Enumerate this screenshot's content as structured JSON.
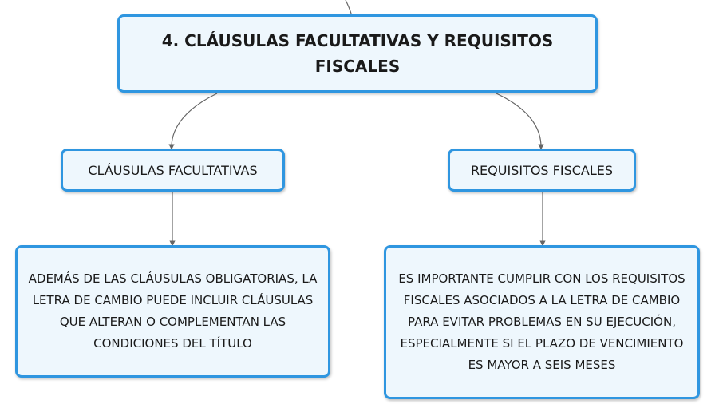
{
  "diagram": {
    "main_title": "4. CLÁUSULAS FACULTATIVAS Y REQUISITOS FISCALES",
    "branches": [
      {
        "label": "CLÁUSULAS FACULTATIVAS",
        "detail": "ADEMÁS DE LAS CLÁUSULAS OBLIGATORIAS, LA LETRA DE CAMBIO PUEDE INCLUIR CLÁUSULAS QUE ALTERAN O COMPLEMENTAN LAS CONDICIONES DEL TÍTULO"
      },
      {
        "label": "REQUISITOS FISCALES",
        "detail": "ES IMPORTANTE CUMPLIR CON LOS REQUISITOS FISCALES ASOCIADOS A LA LETRA DE CAMBIO PARA EVITAR PROBLEMAS EN SU EJECUCIÓN, ESPECIALMENTE SI EL PLAZO DE VENCIMIENTO ES MAYOR A SEIS MESES"
      }
    ]
  },
  "colors": {
    "border": "#2f96e0",
    "fill": "#eef7fd",
    "connector": "#666666"
  }
}
